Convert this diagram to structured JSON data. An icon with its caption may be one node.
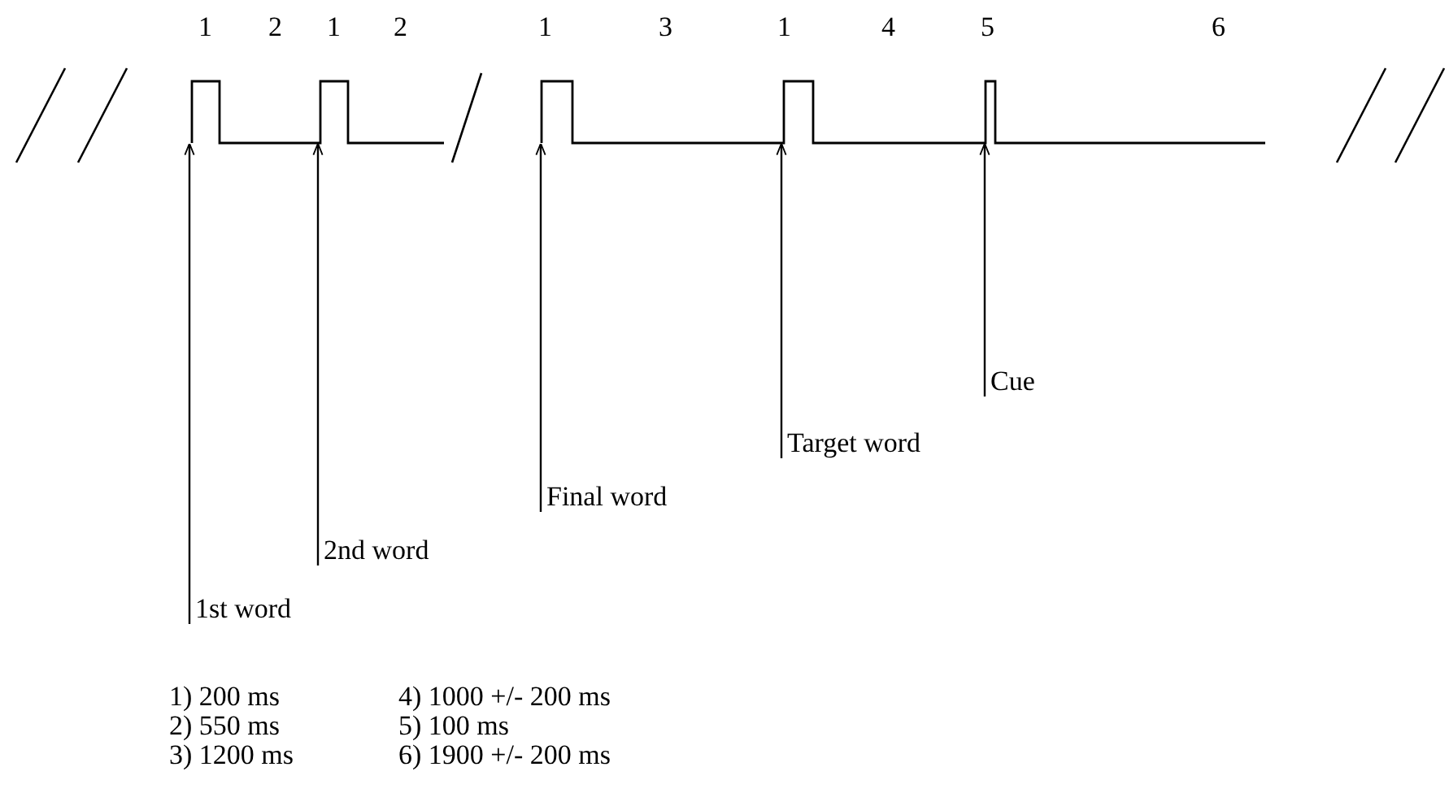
{
  "diagram": {
    "nodes": [
      {
        "text": [
          "1st word"
        ]
      },
      {
        "text": [
          "2nd word"
        ]
      },
      {
        "text": [
          "Final word"
        ]
      },
      {
        "text": [
          "Target word"
        ]
      },
      {
        "text": [
          "Cue"
        ]
      },
      {
        "text": [],
        "shape": "picture"
      }
    ],
    "edges": [
      {
        "from": 0,
        "to": 5,
        "arrow": "to"
      },
      {
        "from": 1,
        "to": 5,
        "arrow": "to"
      },
      {
        "from": 2,
        "to": 5,
        "arrow": "to"
      },
      {
        "from": 3,
        "to": 5,
        "arrow": "to"
      },
      {
        "from": 4,
        "to": 5,
        "arrow": "to"
      }
    ],
    "labels": [
      "1",
      "2",
      "1",
      "2",
      "1",
      "3",
      "1",
      "4",
      "5",
      "6",
      "1) 200 ms",
      "4) 1000 +/- 200 ms",
      "2) 550 ms",
      "5) 100 ms",
      "3) 1200 ms",
      "6) 1900 +/- 200 ms"
    ]
  }
}
